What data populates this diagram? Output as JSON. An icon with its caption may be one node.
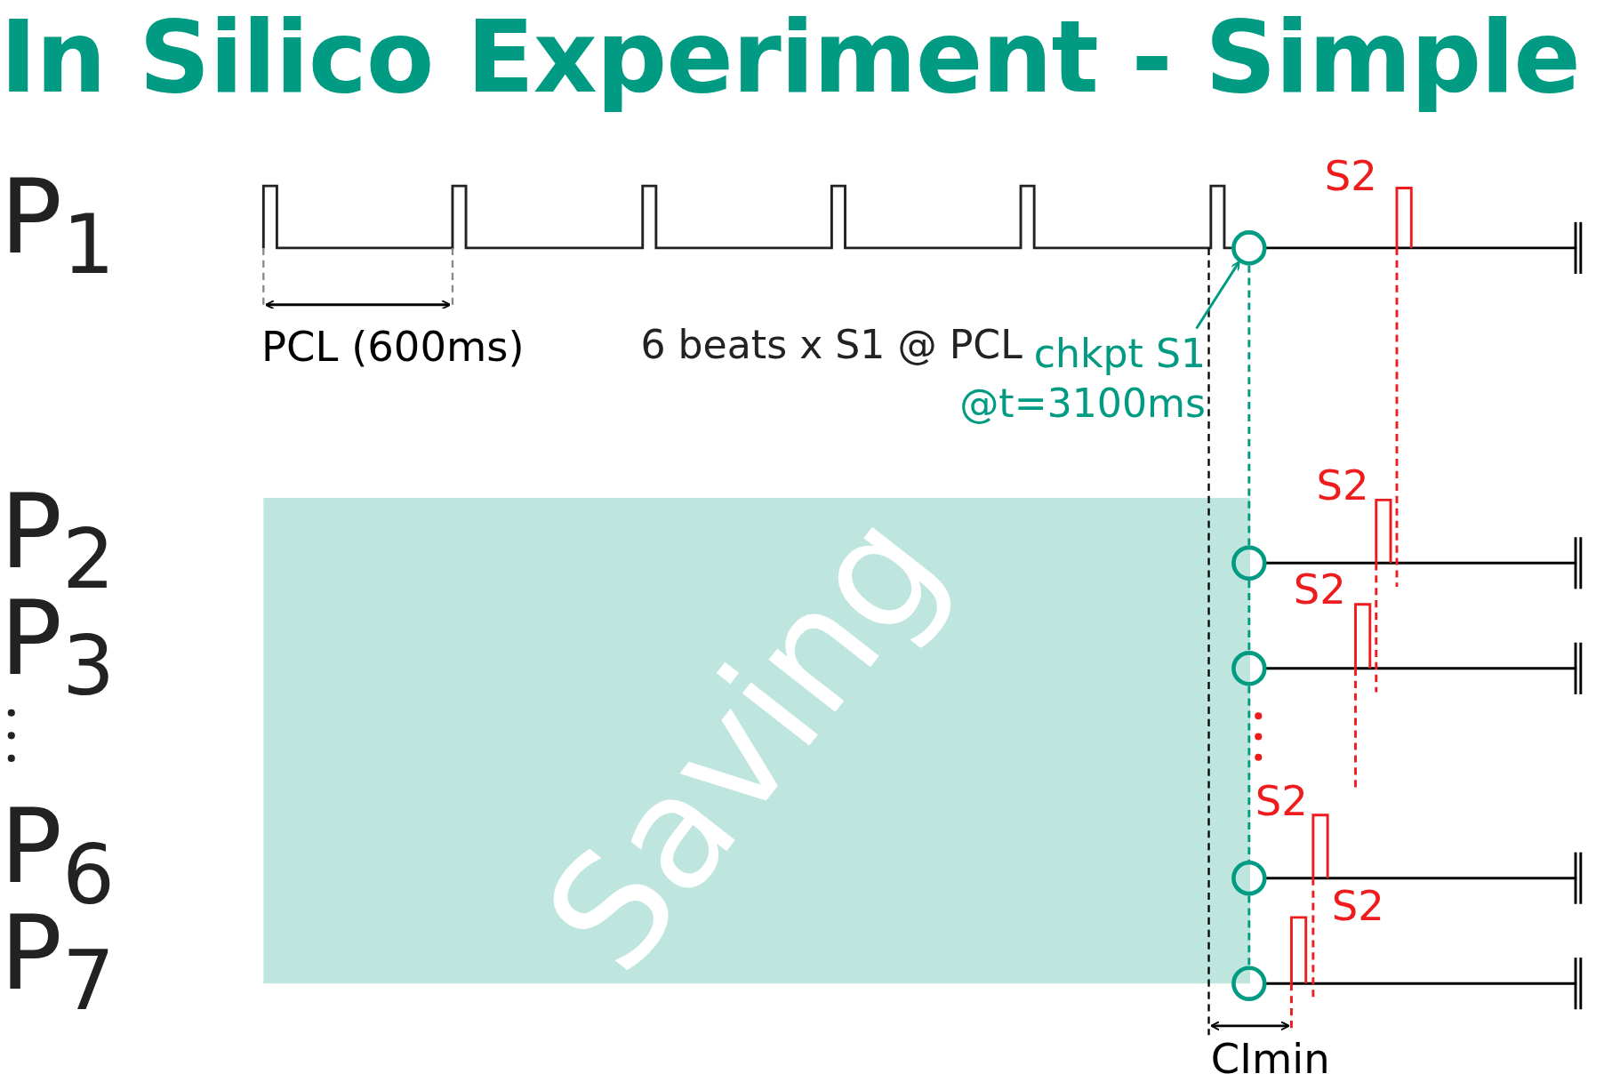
{
  "diagram": {
    "title": "In Silico Experiment - Simple",
    "nodes": [
      {
        "text": [
          "chkpt S1 @t=3100ms"
        ]
      },
      {
        "text": [],
        "shape": "circle"
      },
      {
        "text": [],
        "shape": "circle"
      },
      {
        "text": [],
        "shape": "circle"
      },
      {
        "text": [],
        "shape": "circle"
      },
      {
        "text": [],
        "shape": "circle"
      }
    ],
    "edges": [
      {
        "from": 0,
        "to": 1,
        "arrow": "to",
        "color": "#009b82"
      },
      {
        "from": 1,
        "to": 2,
        "arrow": "none",
        "style": "dashed",
        "color": "#009b82"
      },
      {
        "from": 2,
        "to": 3,
        "arrow": "none",
        "style": "dashed",
        "color": "#009b82"
      },
      {
        "from": 3,
        "to": 4,
        "arrow": "none",
        "style": "dashed",
        "color": "#009b82"
      },
      {
        "from": 4,
        "to": 5,
        "arrow": "none",
        "style": "dashed",
        "color": "#009b82"
      }
    ],
    "labels": [
      "P$_{1}$",
      "S2",
      "PCL (600ms)",
      "6 beats x S1 @ PCL",
      "S2",
      "P$_{2}$",
      "Saving",
      "S2",
      "P$_{3}$",
      "S2",
      "P$_{6}$",
      "S2",
      "P$_{7}$",
      "CImin"
    ]
  }
}
